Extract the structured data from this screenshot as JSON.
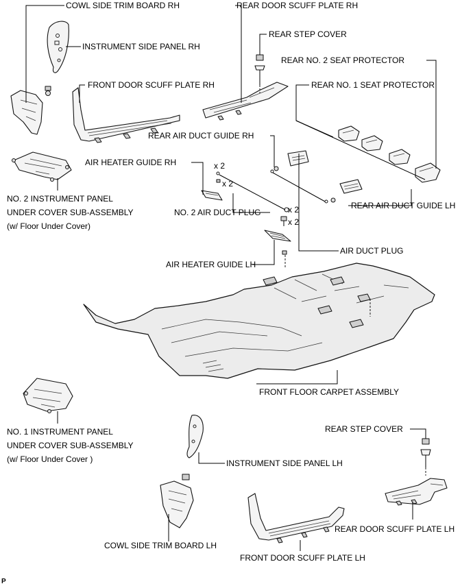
{
  "labels": {
    "cowl_side_trim_board_rh": "COWL SIDE TRIM BOARD RH",
    "instrument_side_panel_rh": "INSTRUMENT SIDE PANEL RH",
    "front_door_scuff_plate_rh": "FRONT DOOR SCUFF PLATE RH",
    "rear_door_scuff_plate_rh": "REAR DOOR SCUFF PLATE RH",
    "rear_step_cover_top": "REAR STEP COVER",
    "rear_no2_seat_protector": "REAR NO. 2 SEAT PROTECTOR",
    "rear_no1_seat_protector": "REAR NO. 1 SEAT PROTECTOR",
    "rear_air_duct_guide_rh": "REAR AIR DUCT GUIDE RH",
    "air_heater_guide_rh": "AIR HEATER GUIDE RH",
    "no2_air_duct_plug": "NO. 2 AIR DUCT PLUG",
    "rear_air_duct_guide_lh": "REAR AIR DUCT GUIDE LH",
    "no2_under_cover_line1": "NO. 2 INSTRUMENT PANEL",
    "no2_under_cover_line2": "UNDER COVER SUB-ASSEMBLY",
    "no2_under_cover_line3": "(w/ Floor Under Cover)",
    "air_duct_plug": "AIR DUCT PLUG",
    "air_heater_guide_lh": "AIR HEATER GUIDE LH",
    "front_floor_carpet_assembly": "FRONT FLOOR CARPET ASSEMBLY",
    "no1_under_cover_line1": "NO. 1 INSTRUMENT PANEL",
    "no1_under_cover_line2": "UNDER COVER SUB-ASSEMBLY",
    "no1_under_cover_line3": "(w/ Floor Under Cover )",
    "rear_step_cover_bottom": "REAR STEP COVER",
    "instrument_side_panel_lh": "INSTRUMENT SIDE PANEL LH",
    "rear_door_scuff_plate_lh": "REAR DOOR SCUFF PLATE LH",
    "cowl_side_trim_board_lh": "COWL SIDE TRIM BOARD LH",
    "front_door_scuff_plate_lh": "FRONT DOOR SCUFF PLATE LH"
  },
  "quantities": {
    "q1": "x 2",
    "q2": "x 2",
    "q3": "x 2",
    "q4": "x 2"
  },
  "corner_mark": "P"
}
